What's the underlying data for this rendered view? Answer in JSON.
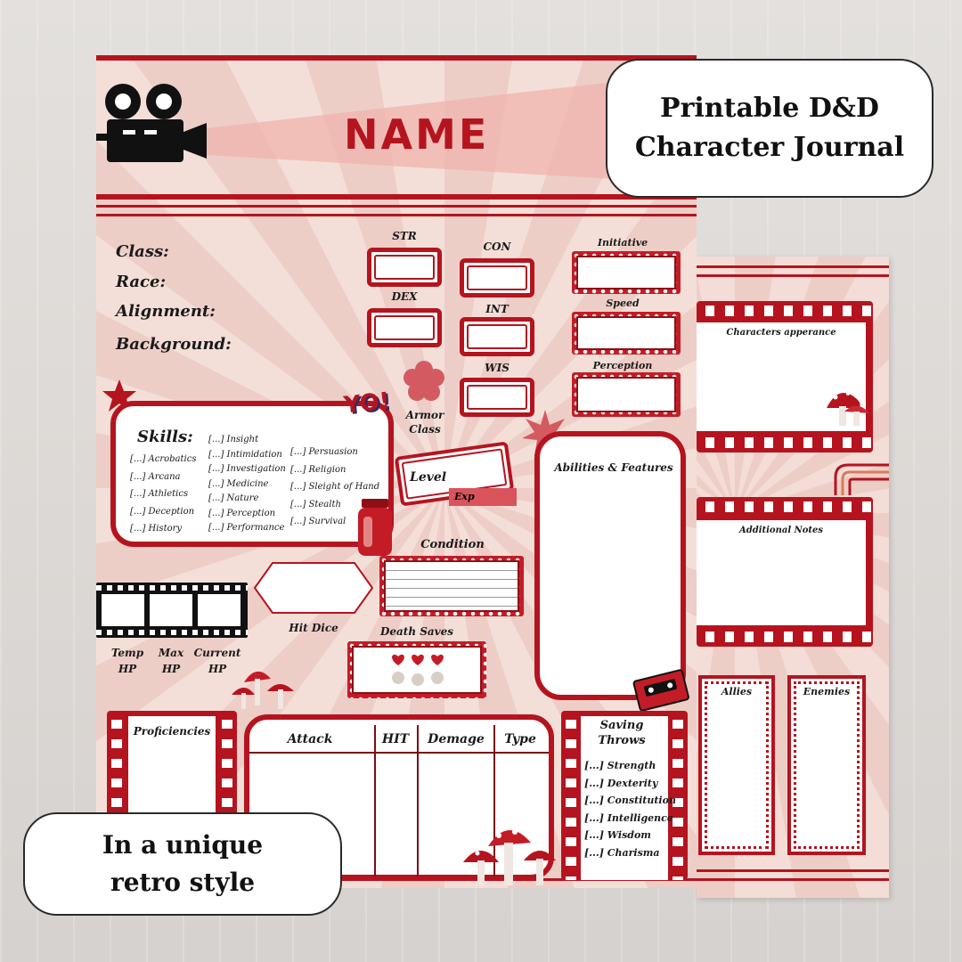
{
  "main_page": {
    "name_title": "NAME",
    "info_labels": [
      "Class:",
      "Race:",
      "Alignment:",
      "Background:"
    ],
    "abilities": {
      "str": "STR",
      "dex": "DEX",
      "con": "CON",
      "int": "INT",
      "wis": "WIS"
    },
    "armor_class": "Armor Class",
    "stats": {
      "initiative": "Initiative",
      "speed": "Speed",
      "perception": "Perception"
    },
    "badge": "YO!",
    "skills_title": "Skills:",
    "skills_col1": [
      "[...] Acrobatics",
      "[...] Arcana",
      "[...] Athletics",
      "[...] Deception",
      "[...] History"
    ],
    "skills_col2": [
      "[...] Insight",
      "[...] Intimidation",
      "[...] Investigation",
      "[...] Medicine",
      "[...] Nature",
      "[...] Perception",
      "[...] Performance"
    ],
    "skills_col3": [
      "[...] Persuasion",
      "[...] Religion",
      "[...] Sleight of Hand",
      "[...] Stealth",
      "[...] Survival"
    ],
    "level": "Level",
    "exp": "Exp",
    "abilities_features": "Abilities & Features",
    "condition": "Condition",
    "hp_labels": [
      "Temp HP",
      "Max HP",
      "Current HP"
    ],
    "hit_dice": "Hit Dice",
    "death_saves": "Death Saves",
    "proficiencies": "Proficiencies",
    "attack_headers": [
      "Attack",
      "HIT",
      "Demage",
      "Type"
    ],
    "saving_throws_title": "Saving Throws",
    "saving_throws": [
      "[...] Strength",
      "[...] Dexterity",
      "[...] Constitution",
      "[...] Intelligence",
      "[...] Wisdom",
      "[...] Charisma"
    ]
  },
  "back_page": {
    "appearance": "Characters apperance",
    "notes": "Additional Notes",
    "allies": "Allies",
    "enemies": "Enemies"
  },
  "callouts": {
    "top": "Printable D&D Character Journal",
    "bottom": "In a unique retro style"
  },
  "colors": {
    "accent": "#b5141f",
    "paper": "#f4dfd8"
  }
}
